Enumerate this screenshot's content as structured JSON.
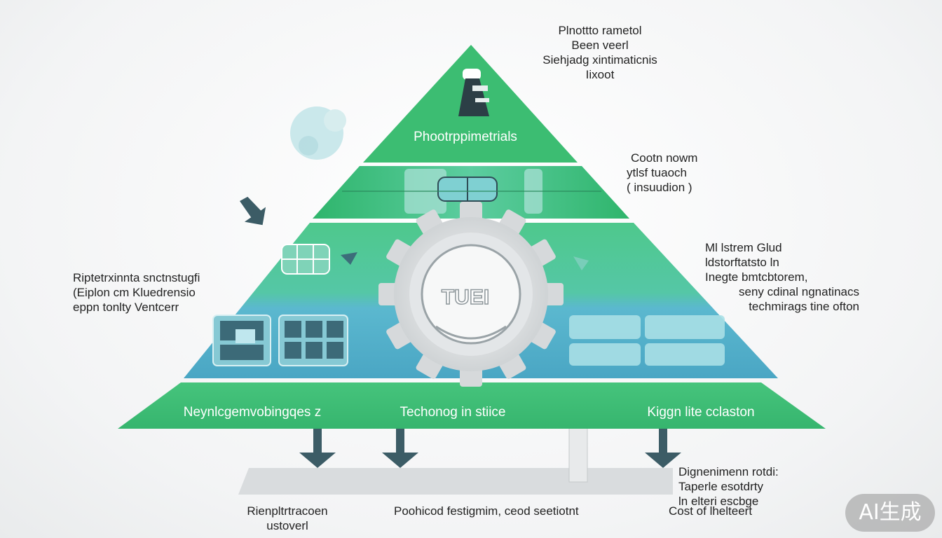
{
  "pyramid": {
    "top_label": "Phootrppimetrials",
    "bottom_labels": [
      "Neynlcgemvobingqes z",
      "Techonog in stiice",
      "Kiggn lite cclaston"
    ],
    "gear_label": "TUEI"
  },
  "annotations": {
    "top_right": [
      "Plnottto rametol",
      "Been veerl",
      "Siehjadg xintimaticnis",
      "Iixoot"
    ],
    "mid_right": [
      "Cootn nowm",
      "ytlsf tuaoch",
      "( insuudion )"
    ],
    "right": [
      "Ml lstrem Glud",
      "ldstorftatsto ln",
      "Inegte bmtcbtorem,",
      "seny cdinal ngnatinacs",
      "techmirags  tine ofton"
    ],
    "left": [
      "Riptetrxinnta snctnstugfi",
      "(Eiplon cm  Kluedrensio",
      "eppn tonlty Ventcerr"
    ],
    "bottom_left": [
      "Rienpltrtracoen",
      "ustoverl"
    ],
    "bottom_center": [
      "Poohicod festigmim, ceod seetiotnt"
    ],
    "bottom_right_top": [
      "Dignenimenn rotdi:",
      "Taperle esotdrty",
      "ln elteri escbge"
    ],
    "bottom_right": [
      "Cost of lhelteert"
    ]
  },
  "watermark": "AI生成",
  "colors": {
    "green": "#3cc07a",
    "teal": "#4fb4c8",
    "dark": "#3c5c66",
    "gear": "#d9dcde"
  }
}
